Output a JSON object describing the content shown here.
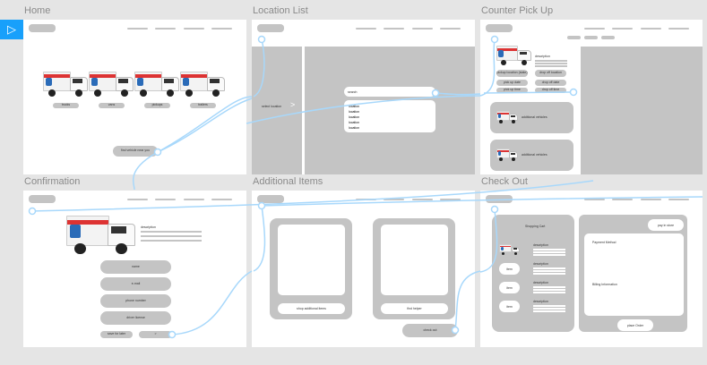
{
  "frames": {
    "home": {
      "title": "Home",
      "categories": [
        "trucks",
        "vans",
        "pickups",
        "trailers"
      ],
      "find_button": "find vehicle near you"
    },
    "location_list": {
      "title": "Location List",
      "select_location": "select location",
      "arrow": ">",
      "search": "search",
      "locations": [
        "location",
        "location",
        "location",
        "location",
        "location"
      ]
    },
    "counter_pick_up": {
      "title": "Counter Pick Up",
      "description": "description",
      "buttons": [
        "pickup location (state)",
        "drop off location",
        "pick up date",
        "drop off date",
        "pick up time",
        "drop off time"
      ],
      "cards": [
        "additional vehicles",
        "additional vehicles"
      ]
    },
    "confirmation": {
      "title": "Confirmation",
      "description": "description",
      "fields": [
        "name",
        "e-mail",
        "phone number",
        "driver license"
      ],
      "save_button": "save for later",
      "next_button": ">"
    },
    "additional_items": {
      "title": "Additional Items",
      "cards": [
        "shop additional items",
        "find helper"
      ],
      "check_out": "check out"
    },
    "check_out": {
      "title": "Check Out",
      "cart_title": "Shopping Cart",
      "item_label": "item",
      "descriptions": [
        "description",
        "description",
        "description",
        "description"
      ],
      "pay_in_store": "pay in store",
      "payment_method": "Payment Method",
      "billing_information": "Billing Information",
      "place_order": "place Order"
    }
  },
  "play_icon": "play-icon",
  "colors": {
    "connector": "#a8d8fb",
    "accent": "#18a0fb",
    "placeholder": "#c4c4c4"
  }
}
